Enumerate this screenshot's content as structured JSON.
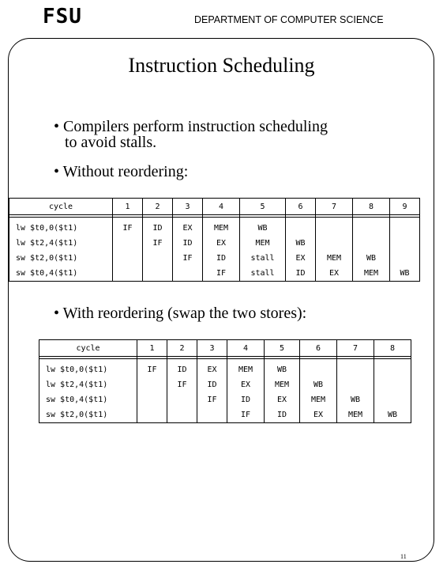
{
  "header": {
    "logo": "FSU",
    "department": "DEPARTMENT OF COMPUTER SCIENCE"
  },
  "slide": {
    "title": "Instruction Scheduling",
    "bullet_marker": "•",
    "bullets": [
      "Compilers perform instruction scheduling",
      "to avoid stalls.",
      "Without reordering:",
      "With reordering (swap the two stores):"
    ],
    "page_number": "11"
  },
  "table_without": {
    "headers": [
      "cycle",
      "1",
      "2",
      "3",
      "4",
      "5",
      "6",
      "7",
      "8",
      "9"
    ],
    "rows": [
      [
        "lw $t0,0($t1)",
        "IF",
        "ID",
        "EX",
        "MEM",
        "WB",
        "",
        "",
        "",
        ""
      ],
      [
        "lw $t2,4($t1)",
        "",
        "IF",
        "ID",
        "EX",
        "MEM",
        "WB",
        "",
        "",
        ""
      ],
      [
        "sw $t2,0($t1)",
        "",
        "",
        "IF",
        "ID",
        "stall",
        "EX",
        "MEM",
        "WB",
        ""
      ],
      [
        "sw $t0,4($t1)",
        "",
        "",
        "",
        "IF",
        "stall",
        "ID",
        "EX",
        "MEM",
        "WB"
      ]
    ]
  },
  "table_with": {
    "headers": [
      "cycle",
      "1",
      "2",
      "3",
      "4",
      "5",
      "6",
      "7",
      "8"
    ],
    "rows": [
      [
        "lw $t0,0($t1)",
        "IF",
        "ID",
        "EX",
        "MEM",
        "WB",
        "",
        "",
        ""
      ],
      [
        "lw $t2,4($t1)",
        "",
        "IF",
        "ID",
        "EX",
        "MEM",
        "WB",
        "",
        ""
      ],
      [
        "sw $t0,4($t1)",
        "",
        "",
        "IF",
        "ID",
        "EX",
        "MEM",
        "WB",
        ""
      ],
      [
        "sw $t2,0($t1)",
        "",
        "",
        "",
        "IF",
        "ID",
        "EX",
        "MEM",
        "WB"
      ]
    ]
  }
}
